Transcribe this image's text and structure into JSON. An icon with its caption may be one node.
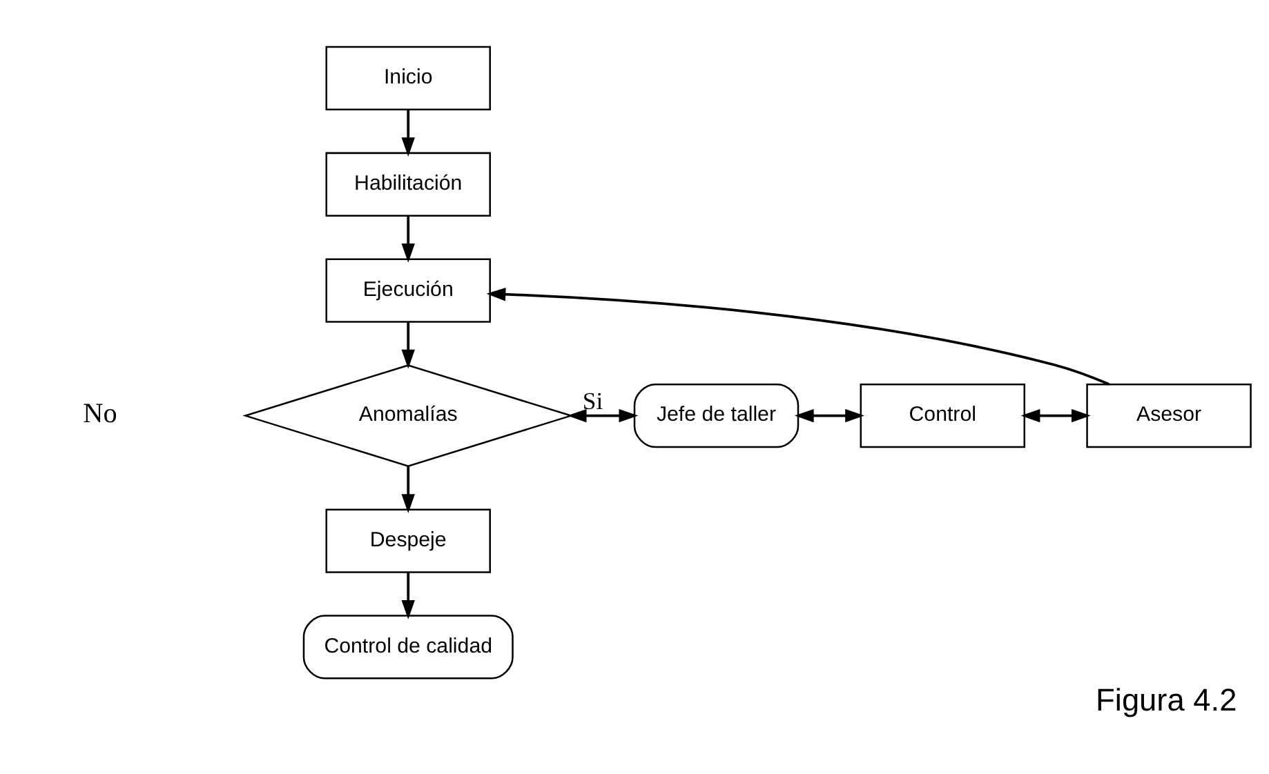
{
  "diagram": {
    "caption": "Figura 4.2",
    "nodes": [
      {
        "text": [
          "Inicio"
        ]
      },
      {
        "text": [
          "Habilitación"
        ]
      },
      {
        "text": [
          "Ejecución"
        ]
      },
      {
        "text": [
          "Anomalías"
        ]
      },
      {
        "text": [
          "Jefe de taller"
        ]
      },
      {
        "text": [
          "Control"
        ]
      },
      {
        "text": [
          "Asesor"
        ]
      },
      {
        "text": [
          "Despeje"
        ]
      },
      {
        "text": [
          "Control de calidad"
        ]
      }
    ],
    "edges": [
      {
        "from": 0,
        "to": 1,
        "arrow": "to"
      },
      {
        "from": 1,
        "to": 2,
        "arrow": "to"
      },
      {
        "from": 2,
        "to": 3,
        "arrow": "to"
      },
      {
        "from": 3,
        "to": 4,
        "arrow": "both",
        "label": "Si"
      },
      {
        "from": 4,
        "to": 5,
        "arrow": "both"
      },
      {
        "from": 5,
        "to": 6,
        "arrow": "both"
      },
      {
        "from": 6,
        "to": 2,
        "arrow": "to"
      },
      {
        "from": 3,
        "to": 7,
        "arrow": "to"
      },
      {
        "from": 7,
        "to": 8,
        "arrow": "to"
      }
    ],
    "labels": [
      "No"
    ]
  }
}
